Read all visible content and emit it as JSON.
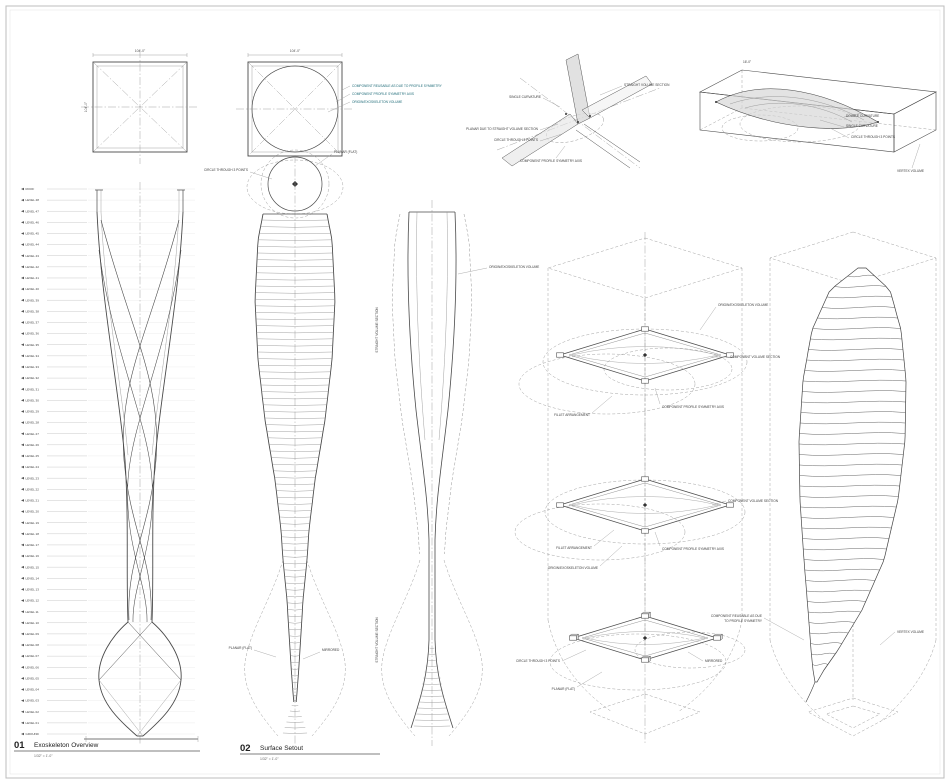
{
  "palette": {
    "line": "#4a4a4a",
    "light_line": "#9a9a9a",
    "callout": "#1f6b78",
    "shade": "#d8d8d8",
    "background": "#ffffff"
  },
  "titles": {
    "t01": {
      "number": "01",
      "label": "Exoskeleton Overview",
      "scale": "1/32\" = 1'-0\""
    },
    "t02": {
      "number": "02",
      "label": "Surface Setout",
      "scale": "1/32\" = 1'-0\""
    }
  },
  "plan_typical": {
    "dim_top": "104'-0\"",
    "dim_left": "104'-0\""
  },
  "plan_setout": {
    "dim_top": "104'-0\"",
    "callout_1": "COMPONENT REUSABLE AS DUE TO PROFILE SYMMETRY",
    "callout_2": "COMPONENT PROFILE SYMMETRY AXIS",
    "callout_3": "ORIGIN/EXOSKELETON VOLUME",
    "circle_label": "CIRCLE THROUGH 3 POINTS"
  },
  "levels": [
    "ROOF",
    "LEVEL 48",
    "LEVEL 47",
    "LEVEL 46",
    "LEVEL 45",
    "LEVEL 44",
    "LEVEL 43",
    "LEVEL 42",
    "LEVEL 41",
    "LEVEL 40",
    "LEVEL 39",
    "LEVEL 38",
    "LEVEL 37",
    "LEVEL 36",
    "LEVEL 35",
    "LEVEL 34",
    "LEVEL 33",
    "LEVEL 32",
    "LEVEL 31",
    "LEVEL 30",
    "LEVEL 29",
    "LEVEL 28",
    "LEVEL 27",
    "LEVEL 26",
    "LEVEL 25",
    "LEVEL 24",
    "LEVEL 23",
    "LEVEL 22",
    "LEVEL 21",
    "LEVEL 20",
    "LEVEL 19",
    "LEVEL 18",
    "LEVEL 17",
    "LEVEL 16",
    "LEVEL 15",
    "LEVEL 14",
    "LEVEL 13",
    "LEVEL 12",
    "LEVEL 11",
    "LEVEL 10",
    "LEVEL 09",
    "LEVEL 08",
    "LEVEL 07",
    "LEVEL 06",
    "LEVEL 05",
    "LEVEL 04",
    "LEVEL 03",
    "LEVEL 02",
    "LEVEL 01",
    "GROUND"
  ],
  "elevation_setout": {
    "circle_label": "CIRCLE THROUGH 3 POINTS",
    "planar_top": "PLANAR (FLAT)",
    "planar_bottom": "PLANAR (FLAT)",
    "mirrored": "MIRRORED"
  },
  "elevation_straight": {
    "origin_label": "ORIGIN/EXOSKELETON VOLUME",
    "axis_label": "STRAIGHT VOLUME SECTION"
  },
  "axon_node": {
    "straight": "STRAIGHT VOLUME SECTION",
    "single": "SINGLE CURVATURE",
    "planar": "PLANAR DUE TO STRAIGHT VOLUME SECTION",
    "circle": "CIRCLE THROUGH 3 POINTS",
    "axis": "COMPONENT PROFILE SYMMETRY AXIS"
  },
  "axon_vertex": {
    "double": "DOUBLE CURVATURE",
    "single": "SINGLE CURVATURE",
    "circle": "CIRCLE THROUGH 3 POINTS",
    "vertex": "VERTEX VOLUME",
    "dim": "16'-0\""
  },
  "iso_stack": {
    "origin": "ORIGIN/EXOSKELETON VOLUME",
    "section_1": "COMPONENT VOLUME SECTION",
    "axis_1": "COMPONENT PROFILE SYMMETRY AXIS",
    "fillet_1": "FILLET ARRANGEMENT",
    "section_2": "COMPONENT VOLUME SECTION",
    "axis_2": "COMPONENT PROFILE SYMMETRY AXIS",
    "fillet_2": "FILLET ARRANGEMENT",
    "origin_2": "ORIGIN/EXOSKELETON VOLUME",
    "circle_3": "CIRCLE THROUGH 3 POINTS",
    "mirrored_3": "MIRRORED",
    "planar_3": "PLANAR (FLAT)"
  },
  "iso_tower": {
    "reusable_line1": "COMPONENT REUSABLE AS DUE",
    "reusable_line2": "TO PROFILE SYMMETRY",
    "vertex": "VERTEX VOLUME"
  }
}
